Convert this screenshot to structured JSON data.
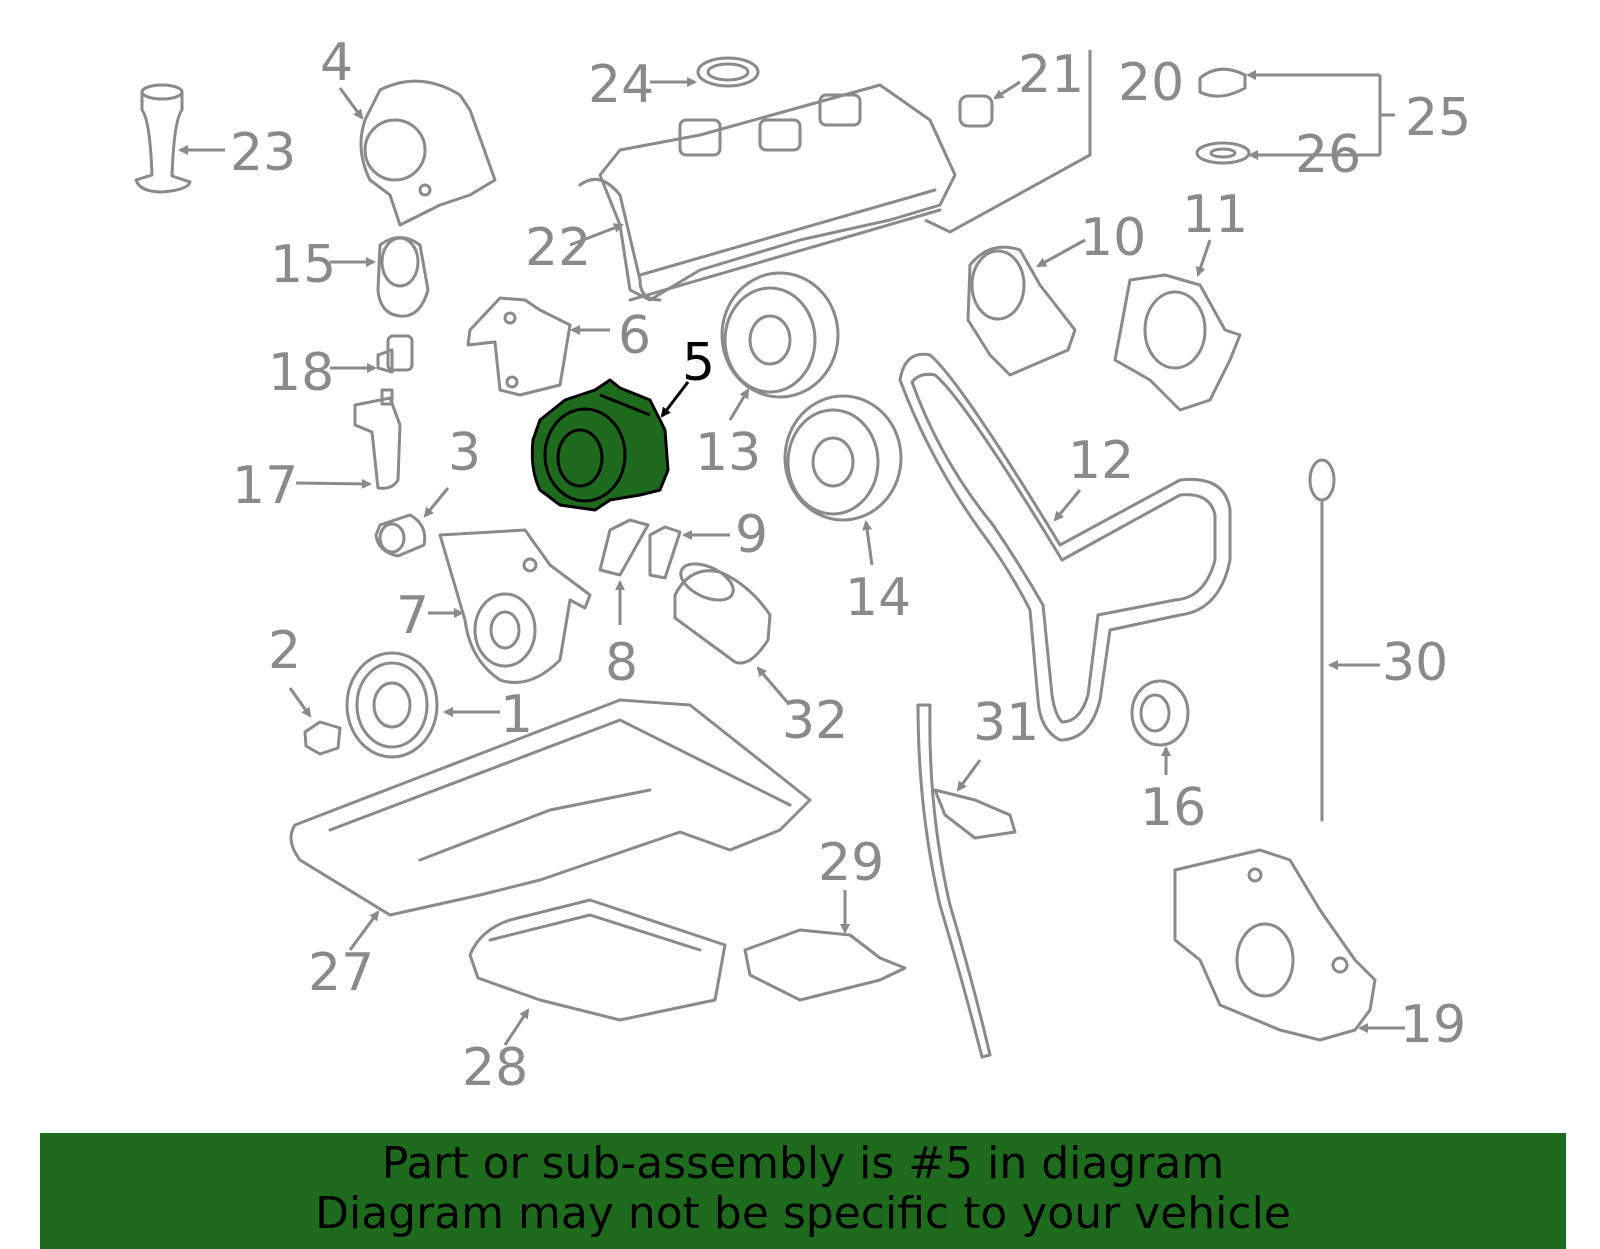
{
  "highlight_color": "#1e6b1e",
  "line_color": "#8a8a8a",
  "highlighted_part": "5",
  "callouts": {
    "c1": "1",
    "c2": "2",
    "c3": "3",
    "c4": "4",
    "c5": "5",
    "c6": "6",
    "c7": "7",
    "c8": "8",
    "c9": "9",
    "c10": "10",
    "c11": "11",
    "c12": "12",
    "c13": "13",
    "c14": "14",
    "c15": "15",
    "c16": "16",
    "c17": "17",
    "c18": "18",
    "c19": "19",
    "c20": "20",
    "c21": "21",
    "c22": "22",
    "c23": "23",
    "c24": "24",
    "c25": "25",
    "c26": "26",
    "c27": "27",
    "c28": "28",
    "c29": "29",
    "c30": "30",
    "c31": "31",
    "c32": "32"
  },
  "banner": {
    "line1": "Part or sub-assembly is #5 in diagram",
    "line2": "Diagram may not be specific to your vehicle"
  }
}
